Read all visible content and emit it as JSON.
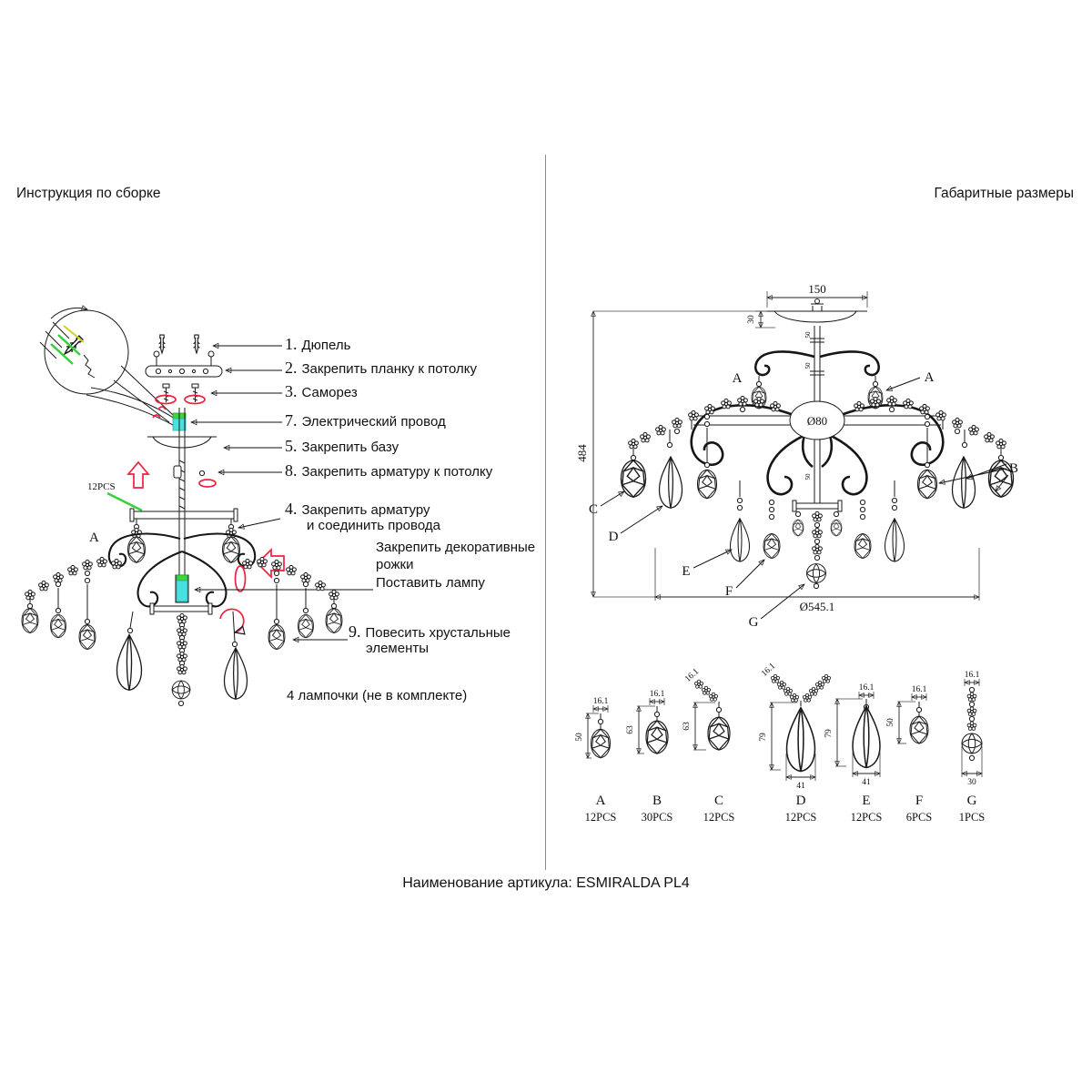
{
  "titles": {
    "left": "Инструкция по сборке",
    "right": "Габаритные размеры",
    "footer": "Наименование артикула: ESMIRALDA PL4"
  },
  "instructions": {
    "steps": [
      {
        "num": "1.",
        "text": "Дюпель"
      },
      {
        "num": "2.",
        "text": "Закрепить планку к потолку"
      },
      {
        "num": "3.",
        "text": "Саморез"
      },
      {
        "num": "7.",
        "text": "Электрический провод"
      },
      {
        "num": "5.",
        "text": "Закрепить базу"
      },
      {
        "num": "8.",
        "text": "Закрепить арматуру к потолку"
      },
      {
        "num": "4.",
        "text": "Закрепить арматуру",
        "text2": "и соединить провода"
      },
      {
        "num": "",
        "text": "Закрепить декоративные",
        "text2": "рожки"
      },
      {
        "num": "",
        "text": "Поставить лампу"
      },
      {
        "num": "9.",
        "text": "Повесить хрустальные",
        "text2": "элементы"
      }
    ],
    "note": "4 лампочки (не в комплекте)",
    "pcs_label": "12PCS",
    "crystal_label": "A"
  },
  "dimensions": {
    "top_width": "150",
    "canopy_height": "30",
    "total_height": "484",
    "center_diameter": "Ø80",
    "overall_diameter": "Ø545.1",
    "column_segments": [
      "50",
      "50",
      "50"
    ],
    "callouts": {
      "a_left": "A",
      "a_right": "A",
      "b": "B",
      "c": "C",
      "d": "D",
      "e": "E",
      "f": "F",
      "g": "G"
    }
  },
  "parts": [
    {
      "label": "A",
      "qty": "12PCS",
      "w": "16.1",
      "h": "50"
    },
    {
      "label": "B",
      "qty": "30PCS",
      "w": "16.1",
      "h": "63"
    },
    {
      "label": "C",
      "qty": "12PCS",
      "w": "16.1",
      "h": "63"
    },
    {
      "label": "D",
      "qty": "12PCS",
      "w": "16.1",
      "h": "79",
      "b": "41"
    },
    {
      "label": "E",
      "qty": "12PCS",
      "w": "16.1",
      "h": "79",
      "b": "41"
    },
    {
      "label": "F",
      "qty": "6PCS",
      "w": "16.1",
      "h": "50"
    },
    {
      "label": "G",
      "qty": "1PCS",
      "w": "16.1",
      "b": "30"
    }
  ]
}
